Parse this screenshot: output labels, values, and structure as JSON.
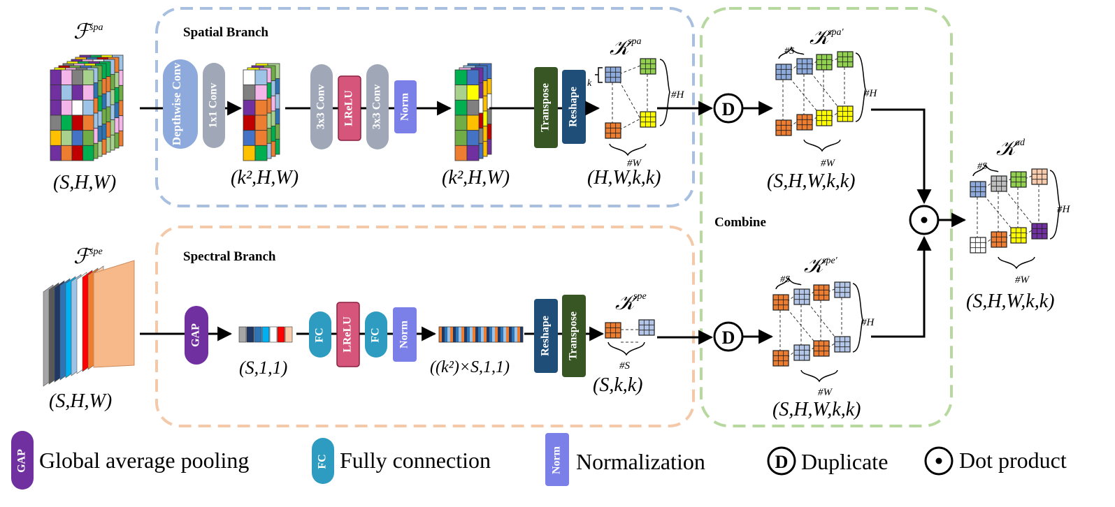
{
  "spatial": {
    "title": "Spatial Branch",
    "input_label": "ℱ",
    "input_sup": "spa",
    "input_shape": "(S,H,W)",
    "block_depthwise": "Depthwise Conv",
    "block_1x1": "1x1 Conv",
    "mid_shape_1": "(k²,H,W)",
    "block_3x3_a": "3x3 Conv",
    "block_lrelu": "LReLU",
    "block_3x3_b": "3x3 Conv",
    "block_norm": "Norm",
    "mid_shape_2": "(k²,H,W)",
    "block_transpose": "Transpose",
    "block_reshape": "Reshape",
    "kernel_label": "𝒦",
    "kernel_sup": "spa",
    "kernel_k": "k",
    "kernel_h": "#H",
    "kernel_w": "#W",
    "kernel_shape": "(H,W,k,k)"
  },
  "spectral": {
    "title": "Spectral Branch",
    "input_label": "ℱ",
    "input_sup": "spe",
    "input_shape": "(S,H,W)",
    "block_gap": "GAP",
    "vec_shape": "(S,1,1)",
    "block_fc_a": "FC",
    "block_lrelu": "LReLU",
    "block_fc_b": "FC",
    "block_norm": "Norm",
    "mid_shape": "((k²)×S,1,1)",
    "block_reshape": "Reshape",
    "block_transpose": "Transpose",
    "kernel_label": "𝒦",
    "kernel_sup": "spe",
    "kernel_s": "#S",
    "kernel_shape": "(S,k,k)"
  },
  "combine": {
    "title": "Combine",
    "dup_symbol": "D",
    "top_label": "𝒦",
    "top_sup": "spa′",
    "top_s": "#S",
    "top_h": "#H",
    "top_w": "#W",
    "top_shape": "(S,H,W,k,k)",
    "bottom_label": "𝒦",
    "bottom_sup": "spe′",
    "bottom_s": "#S",
    "bottom_h": "#H",
    "bottom_w": "#W",
    "bottom_shape": "(S,H,W,k,k)"
  },
  "output": {
    "label": "𝒦",
    "sup": "ad",
    "s": "#S",
    "h": "#H",
    "w": "#W",
    "shape": "(S,H,W,k,k)"
  },
  "legend": {
    "gap_box": "GAP",
    "gap_text": "Global average pooling",
    "fc_box": "FC",
    "fc_text": "Fully connection",
    "norm_box": "Norm",
    "norm_text": "Normalization",
    "dup_symbol": "D",
    "dup_text": "Duplicate",
    "dot_text": "Dot product"
  },
  "colors": {
    "spatial_border": "#a9bfe0",
    "spectral_border": "#f4c9aa",
    "combine_border": "#b7d9a0",
    "depthwise": "#8ea9db",
    "conv_gray": "#a0a8b8",
    "lrelu": "#d6557a",
    "norm": "#7b7fe8",
    "transpose": "#375623",
    "reshape": "#1f4e79",
    "gap": "#7030a0",
    "fc": "#2e9cc0",
    "kernel_blue": "#8eaadb",
    "kernel_green": "#92d050",
    "kernel_orange": "#ed7d31",
    "kernel_yellow": "#ffff00",
    "kernel_gray": "#bfbfbf",
    "kernel_peach": "#f8cbad",
    "kernel_purple": "#7030a0",
    "kernel_ltblue": "#b4c6e7"
  }
}
